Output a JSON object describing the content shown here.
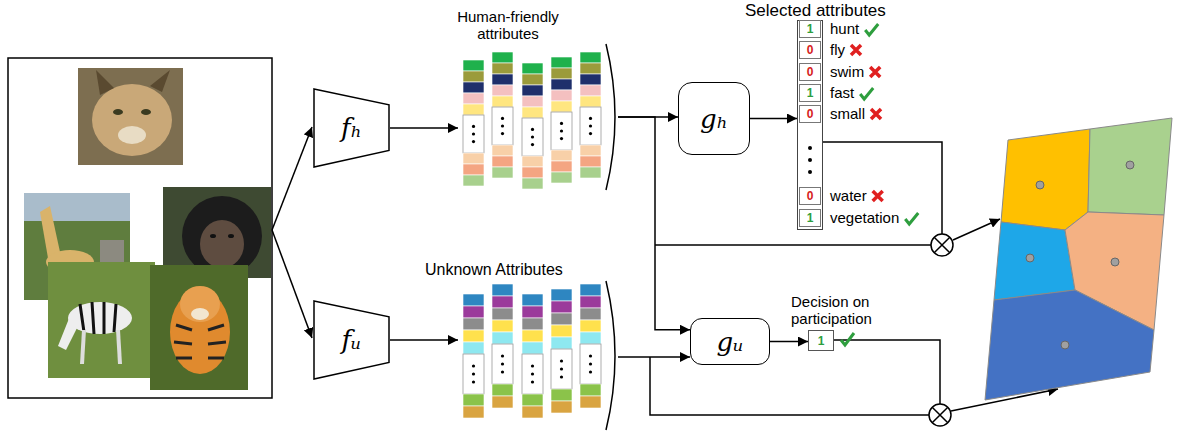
{
  "diagram": {
    "nodes": [
      {
        "text": [
          "fₕ"
        ]
      },
      {
        "text": [
          "fᵤ"
        ]
      },
      {
        "text": [
          "Human-friendly attributes"
        ]
      },
      {
        "text": [
          "Unknown Attributes"
        ]
      },
      {
        "text": [
          "gₕ"
        ]
      },
      {
        "text": [
          "gᵤ"
        ]
      },
      {
        "text": [
          "Selected attributes"
        ]
      },
      {
        "text": [
          "Decision on participation",
          "1"
        ]
      }
    ],
    "edges": [
      {
        "from": 0,
        "to": 2,
        "arrow": "to"
      },
      {
        "from": 1,
        "to": 3,
        "arrow": "to"
      },
      {
        "from": 2,
        "to": 4,
        "arrow": "to"
      },
      {
        "from": 4,
        "to": 6,
        "arrow": "to"
      },
      {
        "from": 2,
        "to": 5,
        "arrow": "to"
      },
      {
        "from": 3,
        "to": 5,
        "arrow": "to"
      },
      {
        "from": 5,
        "to": 7,
        "arrow": "to"
      }
    ],
    "labels": [
      "1",
      "hunt",
      "0",
      "fly",
      "0",
      "swim",
      "1",
      "fast",
      "0",
      "small",
      "0",
      "water",
      "1",
      "vegetation"
    ]
  }
}
